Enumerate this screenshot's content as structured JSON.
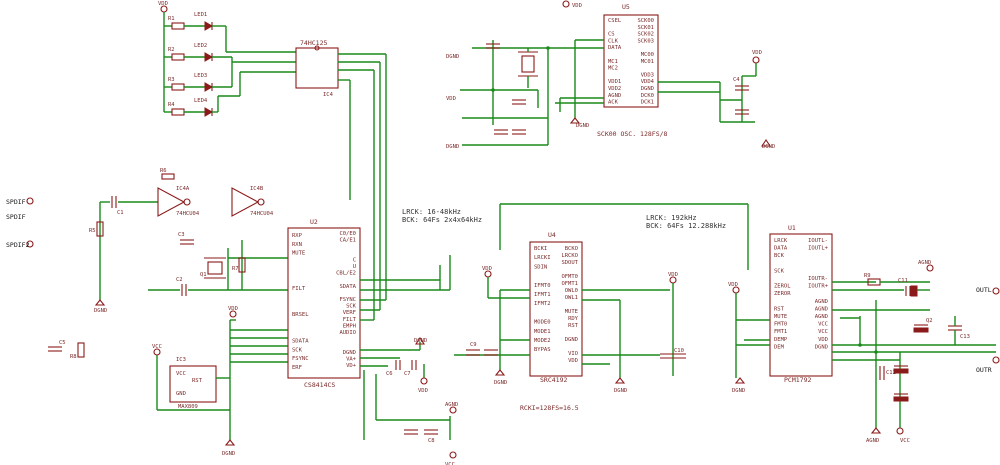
{
  "schematic": {
    "power": {
      "vdd": "VDD",
      "dgnd": "DGND",
      "agnd": "AGND",
      "vcc": "VCC"
    },
    "top_left": {
      "refs": [
        "R1",
        "R2",
        "R3",
        "R4"
      ],
      "leds": [
        "LED1",
        "LED2",
        "LED3",
        "LED4"
      ],
      "chip_ref": "IC4",
      "chip_part": "74HC125"
    },
    "u5": {
      "ref": "U5",
      "left_pins": [
        "CSEL",
        "",
        "CS",
        "CLK",
        "DATA",
        "",
        "MC1",
        "MC2",
        "",
        "VDD1",
        "VDD2",
        "AGND",
        "ACK"
      ],
      "right_pins": [
        "SCK00",
        "SCK01",
        "SCK02",
        "SCK03",
        "",
        "MC00",
        "MC01",
        "",
        "VDD3",
        "VDD4",
        "DGND",
        "DCK0",
        "DCK1"
      ],
      "caption": "SCK00 OSC. 128FS/8"
    },
    "u2": {
      "ref": "U2",
      "part": "CS8414CS",
      "left_pins": [
        "RXP",
        "RXN",
        "MUTE",
        "",
        "",
        "",
        "FILT",
        "",
        "",
        "BRSEL",
        "",
        "",
        "SDATA",
        "SCK",
        "FSYNC",
        "ERF"
      ],
      "right_pins": [
        "C0/E0",
        "CA/E1",
        "",
        "",
        "C",
        "U",
        "CBL/E2",
        "",
        "SDATA",
        "",
        "FSYNC",
        "SCK",
        "VERF",
        "FILT",
        "EMPH",
        "AUDIO",
        "",
        "",
        "DGND",
        "VA+",
        "VD+"
      ]
    },
    "u4": {
      "ref": "U4",
      "part": "SRC4192",
      "left_pins": [
        "BCKI",
        "LRCKI",
        "SDIN",
        "",
        "IFMT0",
        "IFMT1",
        "IFMT2",
        "",
        "MODE0",
        "MODE1",
        "MODE2",
        "BYPAS"
      ],
      "right_pins": [
        "BCKO",
        "LRCKO",
        "SDOUT",
        "",
        "OFMT0",
        "OFMT1",
        "OWL0",
        "OWL1",
        "",
        "MUTE",
        "RDY",
        "RST",
        "",
        "DGND",
        "",
        "VIO",
        "VDD"
      ],
      "caption": "RCKI=128FS=16.5"
    },
    "u1": {
      "ref": "U1",
      "part": "PCM1792",
      "left_pins": [
        "LRCK",
        "DATA",
        "BCK",
        "",
        "SCK",
        "",
        "ZEROL",
        "ZEROR",
        "",
        "RST",
        "MUTE",
        "FMT0",
        "FMT1",
        "DEMP",
        "DEM"
      ],
      "right_pins": [
        "IOUTL-",
        "IOUTL+",
        "",
        "",
        "",
        "IOUTR-",
        "IOUTR+",
        "",
        "AGND",
        "AGND",
        "AGND",
        "VCC",
        "VCC",
        "VDD",
        "DGND"
      ]
    },
    "notes": [
      "LRCK: 16-48kHz",
      "BCK: 64Fs  2x4x64kHz",
      "LRCK: 192kHz",
      "BCK: 64Fs  12.288kHz"
    ],
    "left_side": {
      "spdif_labels": [
        "SPDIF",
        "SPDIF2"
      ],
      "inverter1": "IC4A",
      "inverter2": "IC4B",
      "inverter_part": "74HCU04",
      "sup_ref": "IC3",
      "sup_part": "MAX809",
      "sup_pins": [
        "VCC",
        "RST",
        "GND"
      ]
    },
    "passives": [
      "C1",
      "C2",
      "C3",
      "C4",
      "C5",
      "C6",
      "C7",
      "C8",
      "C9",
      "C10",
      "C11",
      "C12",
      "C13",
      "R5",
      "R6",
      "R7",
      "R8",
      "R9",
      "Q1",
      "Q2"
    ],
    "outputs": [
      "OUTL",
      "OUTR"
    ]
  }
}
